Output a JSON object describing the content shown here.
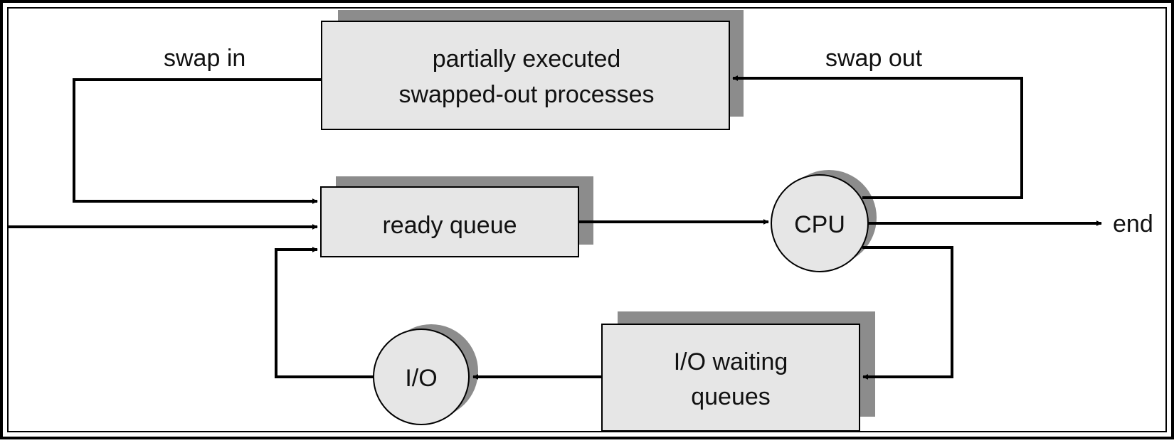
{
  "diagram": {
    "labels": {
      "swap_in": "swap in",
      "swap_out": "swap out",
      "end": "end"
    },
    "nodes": {
      "swapped_out": {
        "line1": "partially executed",
        "line2": "swapped-out processes"
      },
      "ready_queue": {
        "text": "ready queue"
      },
      "cpu": {
        "text": "CPU"
      },
      "io_waiting": {
        "line1": "I/O waiting",
        "line2": "queues"
      },
      "io": {
        "text": "I/O"
      }
    },
    "colors": {
      "box_fill": "#e6e6e6",
      "shadow": "#8c8c8c",
      "line": "#000000",
      "background": "#ffffff"
    }
  }
}
